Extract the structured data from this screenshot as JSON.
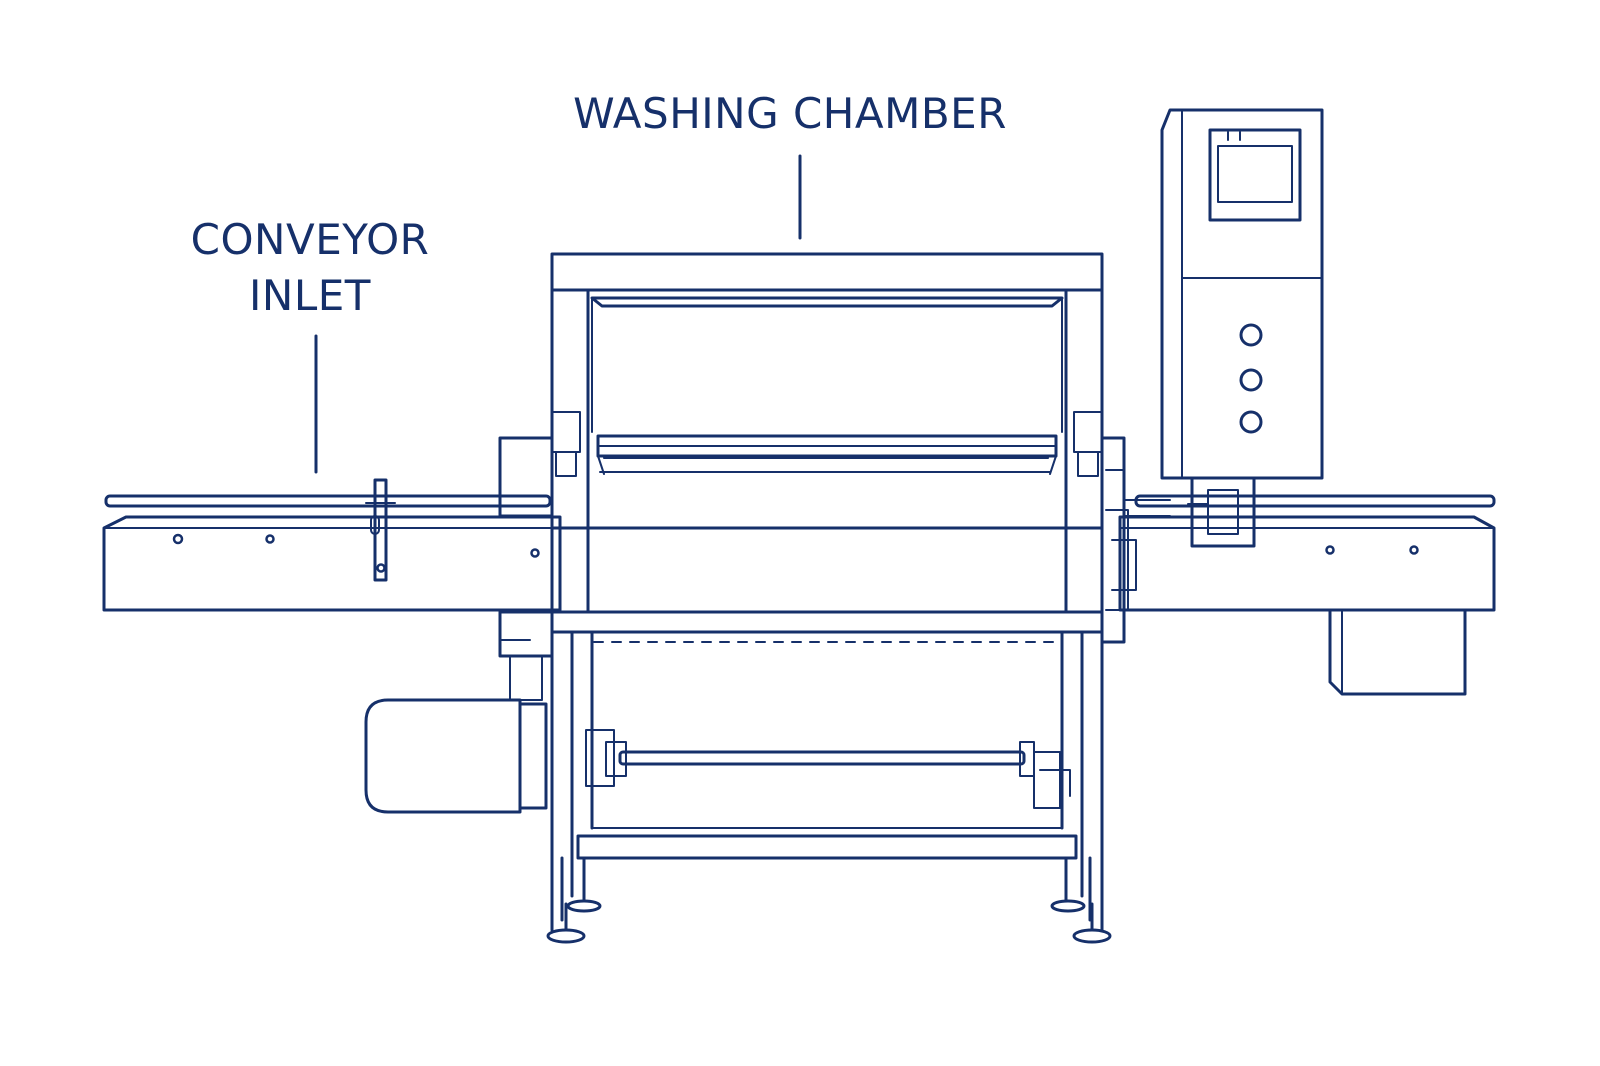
{
  "labels": {
    "conveyor_inlet": [
      "CONVEYOR",
      "INLET"
    ],
    "washing_chamber": "WASHING CHAMBER"
  },
  "colors": {
    "line": "#16306a",
    "background": "#ffffff"
  }
}
